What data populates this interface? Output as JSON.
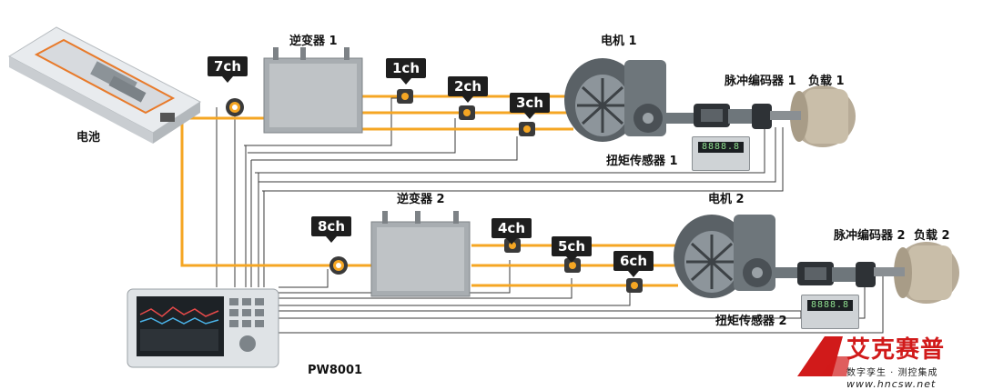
{
  "labels": {
    "battery": "电池",
    "inverter1": "逆变器 1",
    "inverter2": "逆变器 2",
    "motor1": "电机 1",
    "motor2": "电机 2",
    "encoder1": "脉冲编码器 1",
    "encoder2": "脉冲编码器 2",
    "load1": "负载 1",
    "load2": "负载 2",
    "torque1": "扭矩传感器 1",
    "torque2": "扭矩传感器 2",
    "analyzer": "PW8001"
  },
  "channels": {
    "ch7": "7ch",
    "ch1": "1ch",
    "ch2": "2ch",
    "ch3": "3ch",
    "ch8": "8ch",
    "ch4": "4ch",
    "ch5": "5ch",
    "ch6": "6ch"
  },
  "torque_display": "8888.8",
  "watermark": {
    "name": "艾克赛普",
    "tagline": "数字孪生 · 测控集成",
    "url": "www.hncsw.net"
  },
  "colors": {
    "power_line": "#f5a623",
    "signal_line": "#2a2a2a",
    "brand_red": "#d11a1a"
  }
}
